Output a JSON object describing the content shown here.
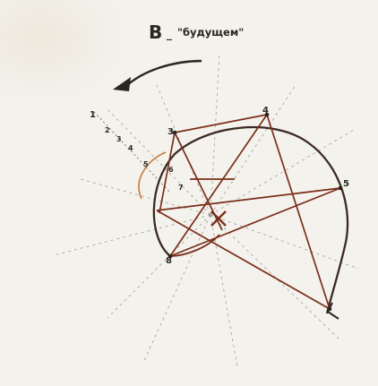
{
  "caption": {
    "letter": "В",
    "word": "\"будущем\""
  },
  "direction": "counter-clockwise",
  "point_labels": {
    "outer_1": "1",
    "outer_2": "2",
    "outer_3": "3",
    "outer_4": "4",
    "outer_5": "5",
    "pt_3": "3",
    "pt_4": "4",
    "pt_5": "5",
    "pt_6": "6",
    "pt_7": "7",
    "pt_8": "8"
  },
  "colors": {
    "ink": "#2a2622",
    "rust": "#7a2e1a",
    "pencil": "#9a958c",
    "orange": "#c97a3a"
  },
  "icons": [
    "curved-arrow-icon",
    "arrowhead-icon"
  ]
}
